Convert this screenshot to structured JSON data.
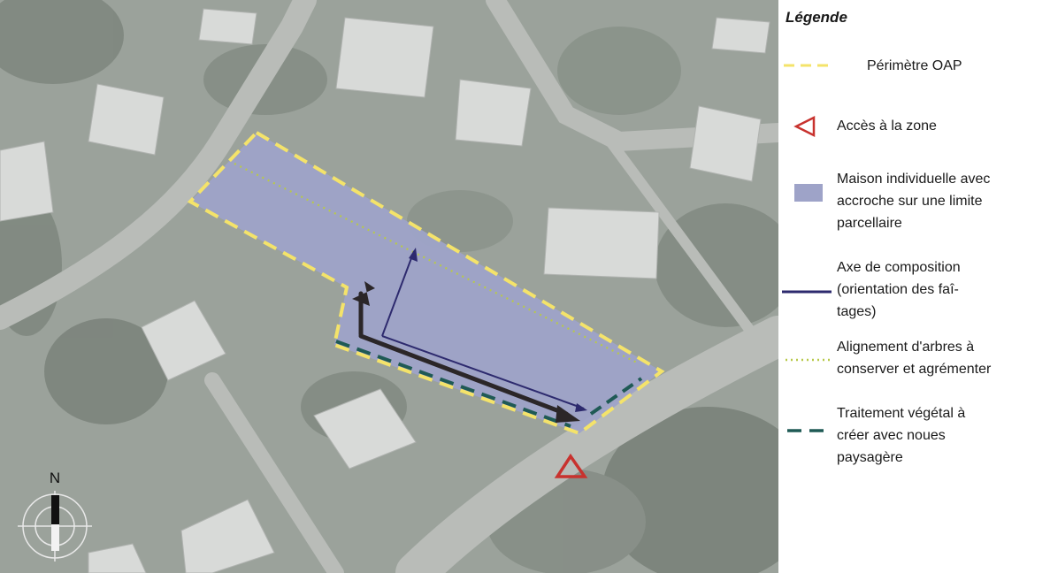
{
  "legend": {
    "title": "Légende",
    "items": [
      {
        "id": "perimetre",
        "label": "Périmètre OAP",
        "symbol": "dashed-line",
        "color": "#f4e36a"
      },
      {
        "id": "acces",
        "label": "Accès à la zone",
        "symbol": "triangle-outline",
        "color": "#c8322e"
      },
      {
        "id": "maison",
        "label": "Maison individuelle avec\naccroche sur une limite\nparcellaire",
        "symbol": "filled-rect",
        "color": "#9ea3c8"
      },
      {
        "id": "axe",
        "label": "Axe de composition\n(orientation des faî-\ntages)",
        "symbol": "solid-line",
        "color": "#2d2a6e"
      },
      {
        "id": "alignement",
        "label": "Alignement d'arbres à\nconserver et agrémenter",
        "symbol": "dotted-line",
        "color": "#b8c94a"
      },
      {
        "id": "traitement",
        "label": "Traitement végétal à\ncréer avec noues\npaysagère",
        "symbol": "dashed-line",
        "color": "#1f5a55"
      }
    ]
  },
  "map": {
    "north_label": "N",
    "colors": {
      "aerial_base": "#9aa19a",
      "roof": "#d6d8d6",
      "road": "#b5b8b4",
      "zone_fill": "#9ea3c8",
      "perimeter": "#f4e36a",
      "trees": "#b8c94a",
      "vegetal": "#1f5a55",
      "axis": "#2d2a6e",
      "access": "#c8322e",
      "arrow_black": "#2b2628"
    }
  }
}
